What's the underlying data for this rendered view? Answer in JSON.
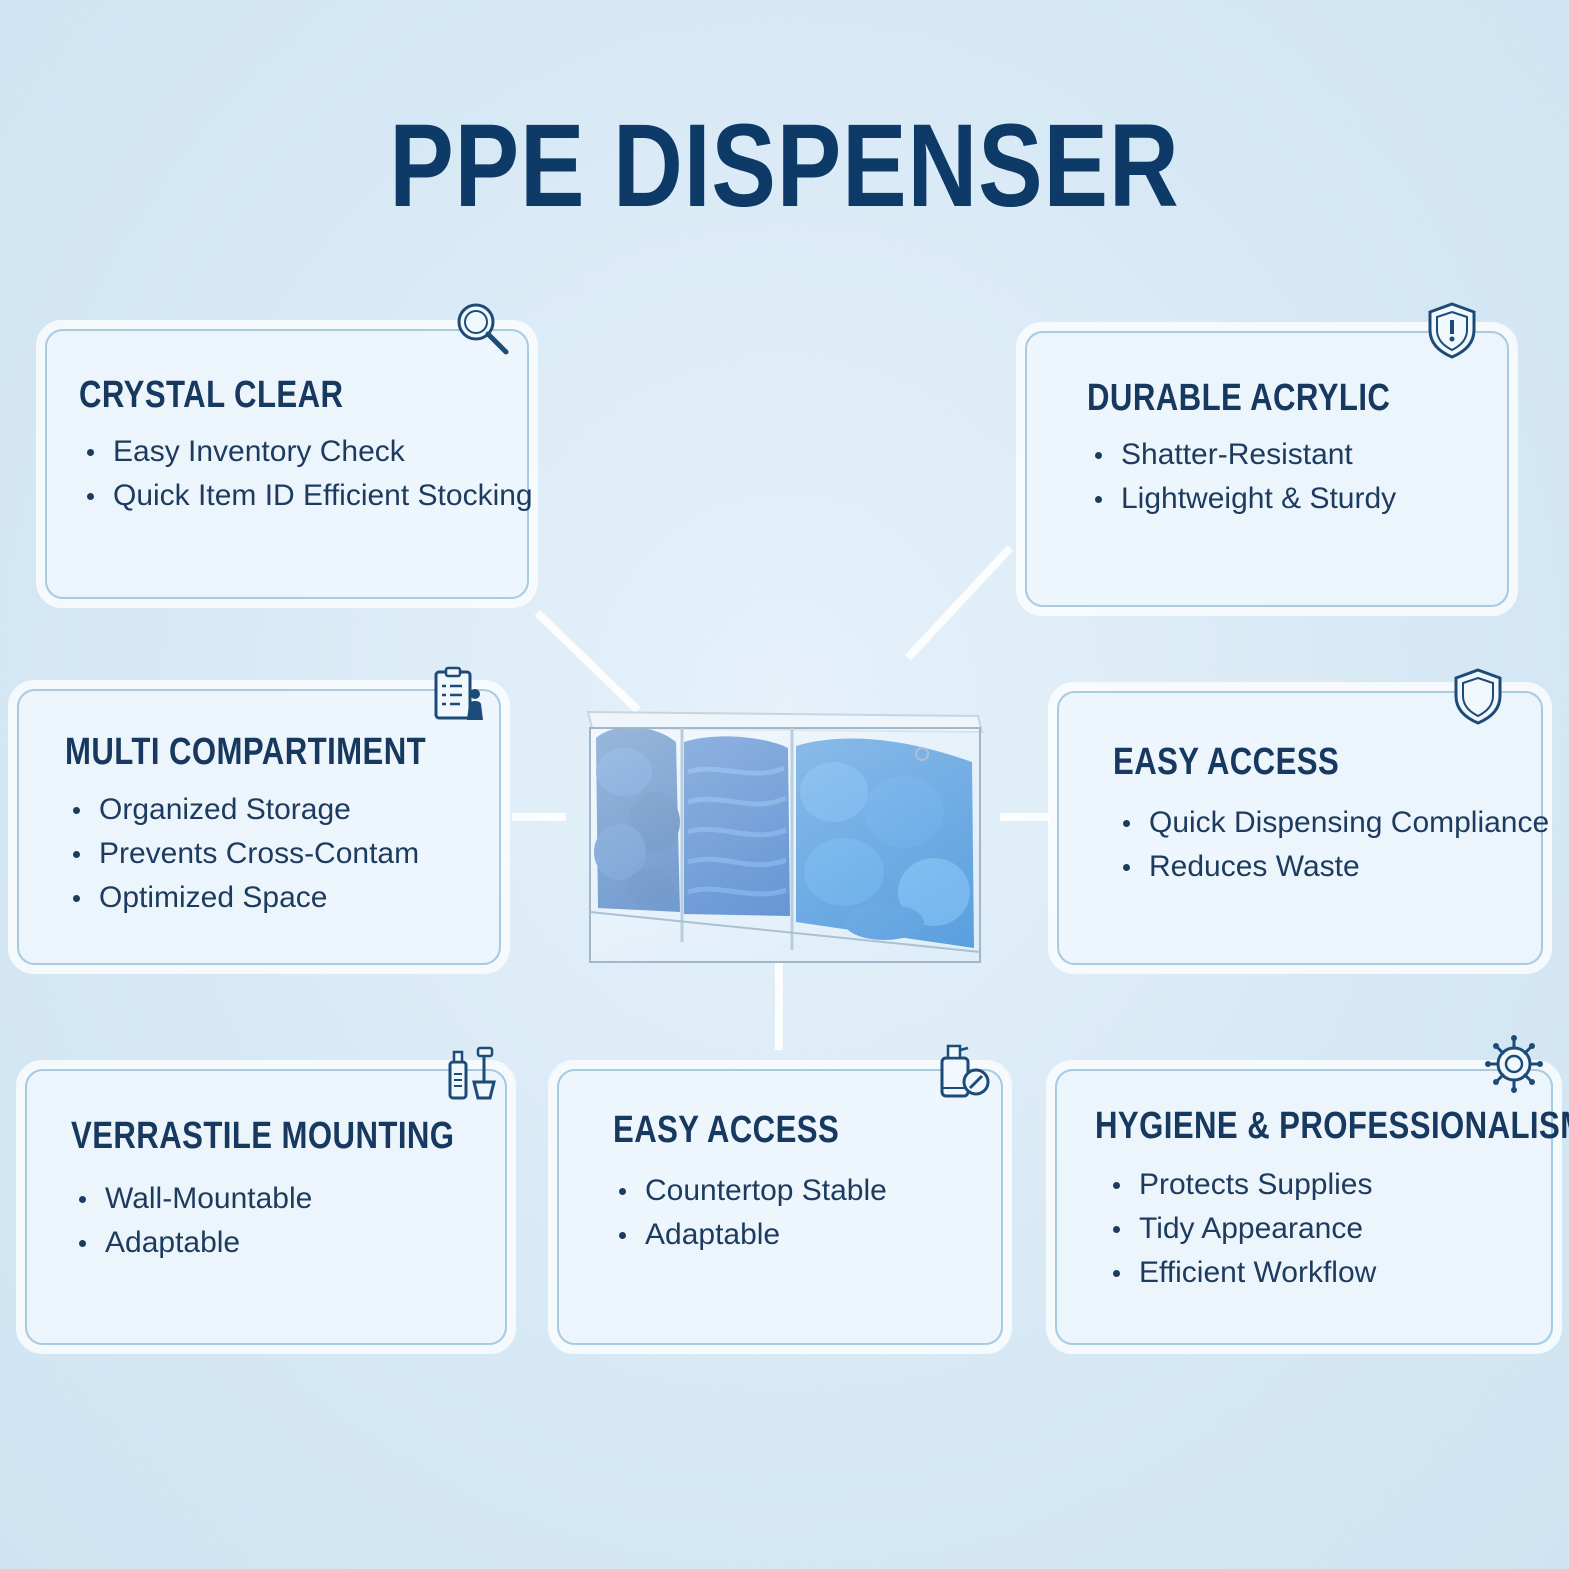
{
  "title": "PPE DISPENSER",
  "cards": {
    "crystal_clear": {
      "title": "CRYSTAL CLEAR",
      "items": [
        "Easy Inventory Check",
        "Quick Item ID Efficient Stocking"
      ],
      "icon": "magnifier-icon"
    },
    "durable_acrylic": {
      "title": "DURABLE ACRYLIC",
      "items": [
        "Shatter-Resistant",
        "Lightweight & Sturdy"
      ],
      "icon": "shield-alert-icon"
    },
    "multi_compartment": {
      "title": "MULTI COMPARTIMENT",
      "items": [
        "Organized Storage",
        "Prevents Cross-Contam",
        "Optimized Space"
      ],
      "icon": "clipboard-person-icon"
    },
    "easy_access_right": {
      "title": "EASY ACCESS",
      "items": [
        "Quick Dispensing Compliance",
        "Reduces Waste"
      ],
      "icon": "shield-icon"
    },
    "versatile_mounting": {
      "title": "VERRASTILE MOUNTING",
      "items": [
        "Wall-Mountable",
        "Adaptable"
      ],
      "icon": "bottles-icon"
    },
    "easy_access_bottom": {
      "title": "EASY ACCESS",
      "items": [
        "Countertop Stable",
        "Adaptable"
      ],
      "icon": "spray-bottle-icon"
    },
    "hygiene": {
      "title": "HYGIENE & PROFESSIONALISM",
      "items": [
        "Protects Supplies",
        "Tidy Appearance",
        "Efficient Workflow"
      ],
      "icon": "virus-icon"
    }
  },
  "colors": {
    "title": "#0d3a66",
    "text": "#1d3b5f",
    "border": "#a9cbe2",
    "product": "#1f6fc2"
  }
}
